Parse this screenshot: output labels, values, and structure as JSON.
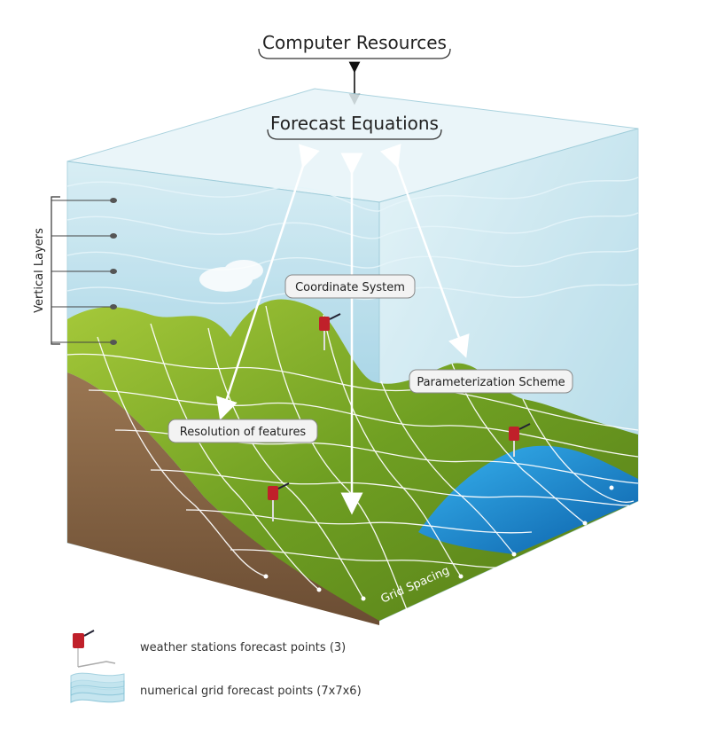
{
  "top_label": "Computer Resources",
  "forecast_label": "Forecast Equations",
  "vertical_layers_label": "Vertical Layers",
  "callouts": {
    "coordinate_system": "Coordinate System",
    "parameterization_scheme": "Parameterization Scheme",
    "resolution_of_features": "Resolution of features"
  },
  "grid_spacing_label": "Grid Spacing",
  "legend": {
    "weather_stations": "weather stations forecast points (3)",
    "numerical_grid": "numerical grid forecast points (7x7x6)"
  },
  "colors": {
    "atmosphere": "#9fd3e3",
    "terrain_green": "#7fae2c",
    "soil": "#8a6a4a",
    "water": "#1e8fd6",
    "grid_lines": "#ffffff",
    "arrows": "#ffffff",
    "station_red": "#c0202a"
  },
  "icons": [
    "weather-station-icon",
    "grid-layers-icon"
  ]
}
